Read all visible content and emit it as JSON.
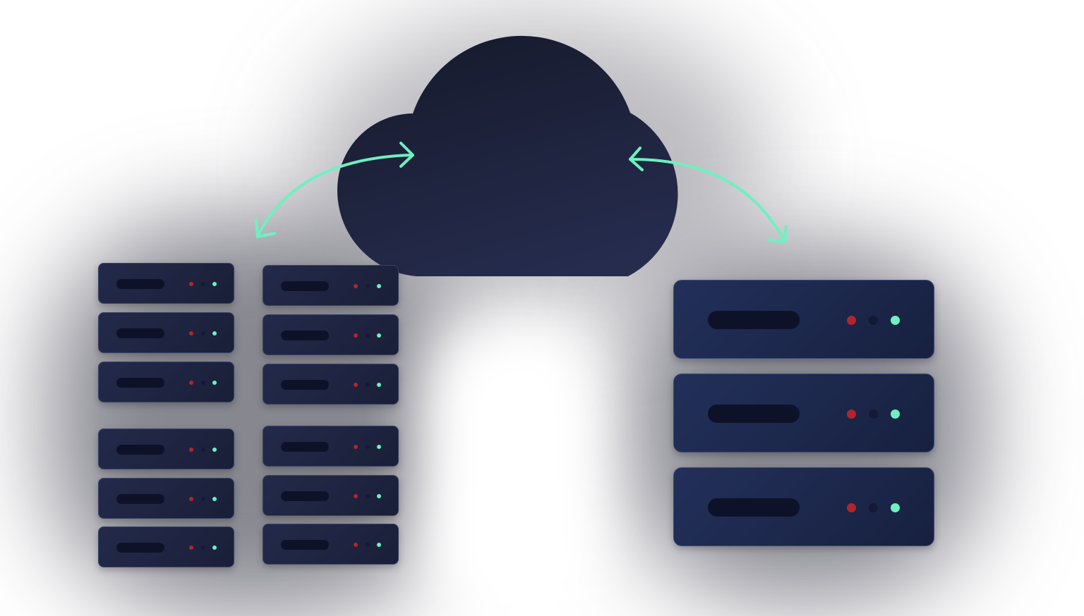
{
  "diagram": {
    "description_free": true,
    "colors": {
      "cloud_top": "#181c2f",
      "cloud_bottom": "#262c4d",
      "arrow": "#6ff0c0",
      "rack_fill": "#1d2340",
      "rack_border": "#3a4266",
      "slot": "#0e1228",
      "led_red": "#b3252a",
      "led_off": "#141935",
      "led_green": "#6ff0c0"
    },
    "icons": {
      "cloud": "cloud-icon",
      "arrow_left": "double-arrow-icon",
      "arrow_right": "double-arrow-icon",
      "server": "server-rack-icon"
    },
    "left_cluster": {
      "columns": 2,
      "groups_per_column": 2,
      "units_per_group": 3
    },
    "right_cluster": {
      "units": 3
    }
  }
}
